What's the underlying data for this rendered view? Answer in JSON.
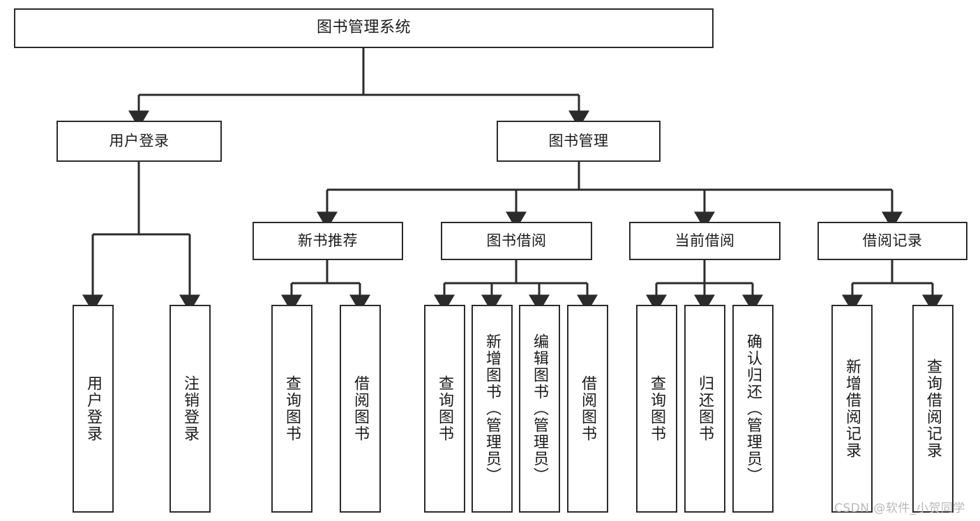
{
  "diagram": {
    "title": "图书管理系统",
    "type": "tree-hierarchy",
    "watermark": "CSDN @软件_小贺同学",
    "colors": {
      "stroke": "#2b2b2b",
      "fill": "#ffffff",
      "text": "#1b1b1b",
      "watermark": "#b9b9b9"
    }
  },
  "nodes": {
    "root": {
      "label": "图书管理系统"
    },
    "level1": [
      {
        "id": "user-login",
        "label": "用户登录"
      },
      {
        "id": "book-manage",
        "label": "图书管理"
      }
    ],
    "level2": [
      {
        "id": "new-book-rec",
        "label": "新书推荐"
      },
      {
        "id": "book-borrow",
        "label": "图书借阅"
      },
      {
        "id": "current-borrow",
        "label": "当前借阅"
      },
      {
        "id": "borrow-record",
        "label": "借阅记录"
      }
    ],
    "leaves": {
      "user_login": [
        {
          "id": "leaf-user-login",
          "label": "用户登录"
        },
        {
          "id": "leaf-logout",
          "label": "注销登录"
        }
      ],
      "new_book_rec": [
        {
          "id": "leaf-query-book-1",
          "label": "查询图书"
        },
        {
          "id": "leaf-borrow-book-1",
          "label": "借阅图书"
        }
      ],
      "book_borrow": [
        {
          "id": "leaf-query-book-2",
          "label": "查询图书"
        },
        {
          "id": "leaf-add-book",
          "label": "新增图书（管理员）"
        },
        {
          "id": "leaf-edit-book",
          "label": "编辑图书（管理员）"
        },
        {
          "id": "leaf-borrow-book-2",
          "label": "借阅图书"
        }
      ],
      "current_borrow": [
        {
          "id": "leaf-query-book-3",
          "label": "查询图书"
        },
        {
          "id": "leaf-return-book",
          "label": "归还图书"
        },
        {
          "id": "leaf-confirm-return",
          "label": "确认归还（管理员）"
        }
      ],
      "borrow_record": [
        {
          "id": "leaf-add-record",
          "label": "新增借阅记录"
        },
        {
          "id": "leaf-query-record",
          "label": "查询借阅记录"
        }
      ]
    }
  }
}
